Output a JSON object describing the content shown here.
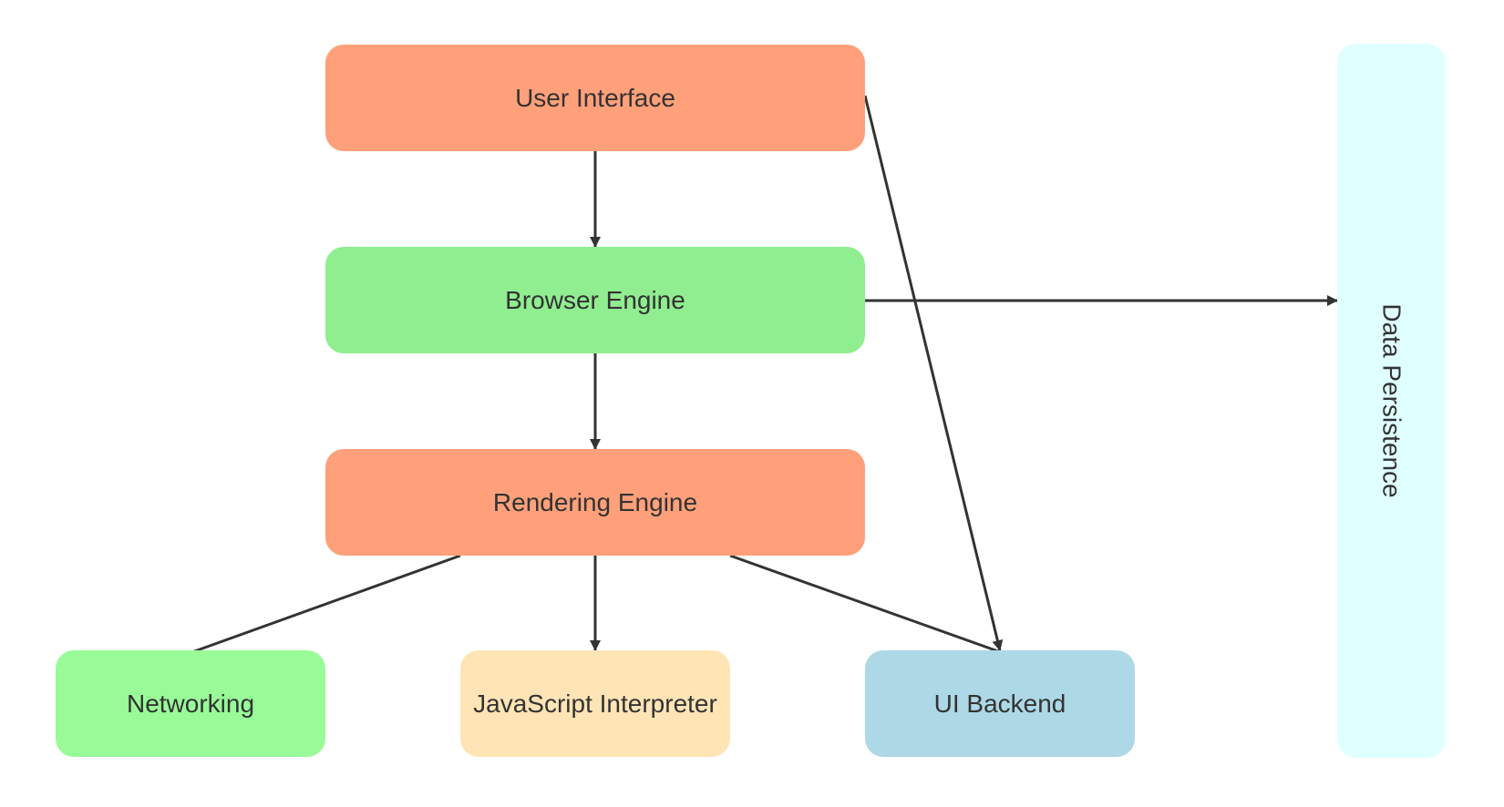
{
  "nodes": {
    "user_interface": {
      "label": "User Interface",
      "color": "#ffa07a"
    },
    "browser_engine": {
      "label": "Browser Engine",
      "color": "#90ee90"
    },
    "rendering_engine": {
      "label": "Rendering Engine",
      "color": "#ffa07a"
    },
    "networking": {
      "label": "Networking",
      "color": "#98fb98"
    },
    "js_interpreter": {
      "label": "JavaScript Interpreter",
      "color": "#ffe4b5"
    },
    "ui_backend": {
      "label": "UI Backend",
      "color": "#add8e6"
    },
    "data_persistence": {
      "label": "Data Persistence",
      "color": "#e0ffff"
    }
  },
  "edges": [
    {
      "from": "user_interface",
      "to": "browser_engine"
    },
    {
      "from": "user_interface",
      "to": "ui_backend"
    },
    {
      "from": "browser_engine",
      "to": "rendering_engine"
    },
    {
      "from": "browser_engine",
      "to": "data_persistence"
    },
    {
      "from": "rendering_engine",
      "to": "networking"
    },
    {
      "from": "rendering_engine",
      "to": "js_interpreter"
    },
    {
      "from": "rendering_engine",
      "to": "ui_backend"
    }
  ],
  "edge_color": "#333333"
}
